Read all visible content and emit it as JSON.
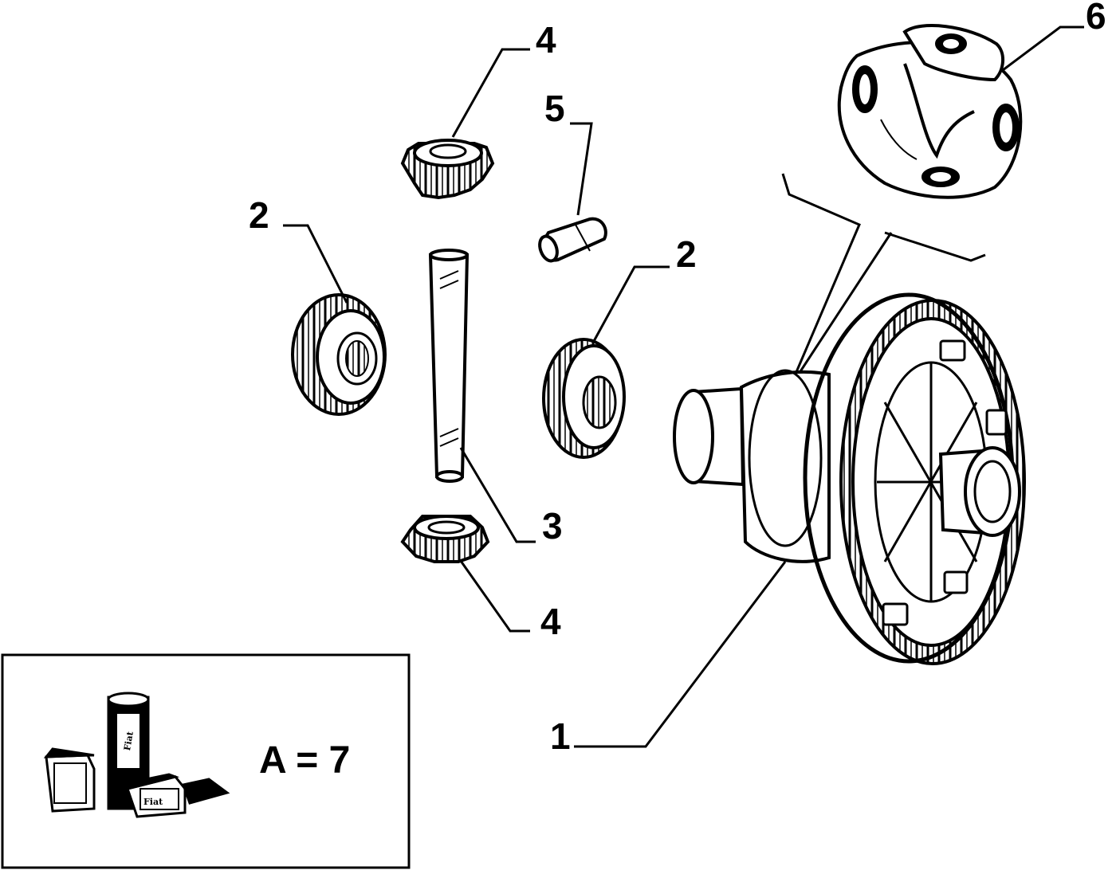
{
  "callouts": {
    "c1": "1",
    "c2a": "2",
    "c2b": "2",
    "c3": "3",
    "c4a": "4",
    "c4b": "4",
    "c5": "5",
    "c6": "6"
  },
  "legend": {
    "equation": "A = 7",
    "brand_text": "Fiat"
  },
  "colors": {
    "line": "#000000",
    "background": "#ffffff"
  }
}
